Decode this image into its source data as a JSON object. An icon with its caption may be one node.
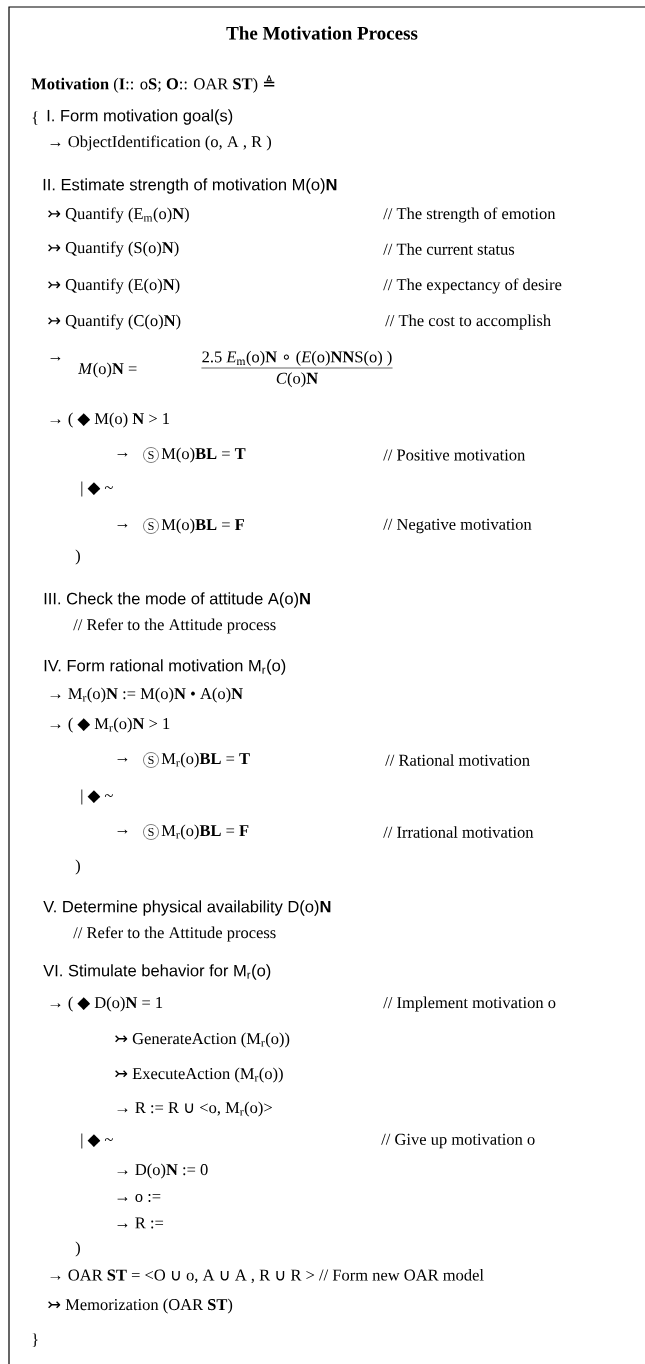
{
  "diagram": {
    "title": "The Motivation Process",
    "nodes": [
      {
        "text": [
          "S"
        ]
      },
      {
        "text": [
          "S"
        ]
      },
      {
        "text": [
          "S"
        ]
      },
      {
        "text": [
          "S"
        ]
      }
    ],
    "labels": [
      "**Motivation** (**I**:: o**S**; **O**:: OAR **ST**) ≜",
      "{",
      "I. Form motivation goal(s)",
      "→ ObjectIdentification (o, A , R )",
      "II. Estimate strength of motivation M(o)**N**",
      "↣ Quantify (E$_{m}$(o)**N**)",
      "// The strength of emotion",
      "↣ Quantify (S(o)**N**)",
      "// The current status",
      "↣ Quantify (E(o)**N**)",
      "// The expectancy of desire",
      "↣ Quantify (C(o)**N**)",
      "// The cost to accomplish",
      "→",
      "*M*(o)**N**  =",
      "2.5 *E*$_{m}$(o)**N** ∘ (*E*(o)**NN**S(o) )",
      "*C*(o)**N**",
      "→ (  ◆ M(o) **N** > 1",
      "→",
      "M(o)**BL** = **T**",
      "// Positive motivation",
      "| ◆ ~",
      "→",
      "M(o)**BL** = **F**",
      "// Negative motivation",
      ")",
      "III. Check the mode of attitude A(o)**N**",
      "// Refer to the Attitude process",
      "IV. Form rational motivation M$_{r}$(o)",
      "→ M$_{r}$(o)**N** := M(o)**N** • A(o)**N**",
      "→ (  ◆ M$_{r}$(o)**N** > 1",
      "→",
      "M$_{r}$(o)**BL** = **T**",
      "// Rational motivation",
      "| ◆ ~",
      "→",
      "M$_{r}$(o)**BL** = **F**",
      "// Irrational motivation",
      ")",
      "V. Determine physical availability D(o)**N**",
      "// Refer to the Attitude process",
      "VI. Stimulate behavior for M$_{r}$(o)",
      "→ (  ◆ D(o)**N** = 1",
      "// Implement motivation o",
      "↣ GenerateAction (M$_{r}$(o))",
      "↣ ExecuteAction (M$_{r}$(o))",
      "→ R  := R  ∪ <o, M$_{r}$(o)>",
      "| ◆ ~",
      "// Give up motivation o",
      "→ D(o)**N** := 0",
      "→ o :=",
      "→ R  :=",
      ")",
      "→ OAR **ST** = <O ∪ o, A ∪ A , R ∪ R > // Form new OAR model",
      "↣ Memorization (OAR **ST**)",
      "}"
    ]
  }
}
